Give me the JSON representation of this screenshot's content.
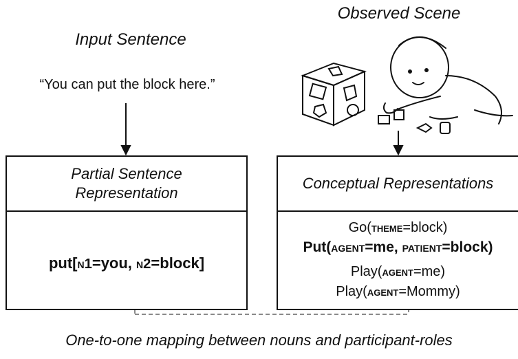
{
  "headings": {
    "input_sentence": "Input Sentence",
    "observed_scene": "Observed Scene"
  },
  "input_sentence_text": "“You can put the block here.”",
  "partial_box": {
    "title_line1": "Partial Sentence",
    "title_line2": "Representation",
    "formula": {
      "head": "put[",
      "role1": "n1",
      "val1": "=you, ",
      "role2": "n2",
      "val2": "=block]"
    }
  },
  "conceptual_box": {
    "title": "Conceptual Representations",
    "lines": [
      {
        "pred": "Go(",
        "r1": "theme",
        "v1": "=block)",
        "bold": false
      },
      {
        "pred": "Put(",
        "r1": "agent",
        "v1": "=me, ",
        "r2": "patient",
        "v2": "=block)",
        "bold": true
      },
      {
        "pred": "Play(",
        "r1": "agent",
        "v1": "=me)",
        "bold": false
      },
      {
        "pred": "Play(",
        "r1": "agent",
        "v1": "=Mommy)",
        "bold": false
      }
    ]
  },
  "caption": "One-to-one mapping between nouns and participant-roles",
  "scene_icons": [
    "baby-illustration",
    "shape-sorter-illustration",
    "block-icons"
  ]
}
